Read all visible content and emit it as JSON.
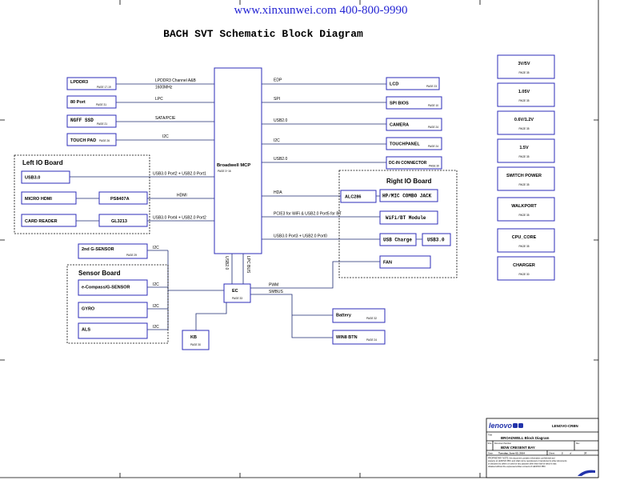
{
  "header": {
    "website": "www.xinxunwei.com 400-800-9990"
  },
  "title": "BACH SVT Schematic Block Diagram",
  "mcp": {
    "label": "Broadwell MCP",
    "page": "PAGE 3~16"
  },
  "memory": {
    "label": "LPDDR3",
    "page": "PAGE 17-19",
    "bus": "LPDDR3 Channel A&B",
    "speed": "1600MHz"
  },
  "port80": {
    "label": "80 Port",
    "page": "PAGE 31",
    "bus": "LPC"
  },
  "ssd": {
    "label": "NGFF SSD",
    "page": "PAGE 21",
    "bus": "SATA/PCIE"
  },
  "touchpad": {
    "label": "TOUCH PAD",
    "page": "PAGE 26",
    "bus": "I2C"
  },
  "left_io": {
    "title": "Left IO Board",
    "usb": {
      "label": "USB3.0",
      "bus": "USB3.0 Port2 + USB2.0 Port1"
    },
    "hdmi": {
      "label": "MICRO HDMI",
      "chip": "PS8407A",
      "bus": "HDMI"
    },
    "card": {
      "label": "CARD READER",
      "chip": "GL3213",
      "bus": "USB3.0 Port4 + USB2.0 Port2"
    }
  },
  "lcd": {
    "label": "LCD",
    "page": "PAGE 23",
    "bus": "EDP"
  },
  "spi_bios": {
    "label": "SPI BIOS",
    "page": "PAGE 10",
    "bus": "SPI"
  },
  "camera": {
    "label": "CAMERA",
    "page": "PAGE 24",
    "bus": "USB2.0"
  },
  "touchpanel": {
    "label": "TOUCHPANEL",
    "page": "PAGE 24",
    "bus": "I2C"
  },
  "dc_in": {
    "label": "DC-IN CONNECTOR",
    "page": "PAGE 30",
    "bus": "USB2.0"
  },
  "right_io": {
    "title": "Right IO Board",
    "codec": {
      "label": "ALC286",
      "bus": "HDA"
    },
    "jack": {
      "label": "HP/MIC COMBO JACK"
    },
    "wifi": {
      "label": "WiFi/BT Module",
      "bus": "PCIE3 for WiFi & USB2.0 Port5 for BT"
    },
    "usb_charge": {
      "label": "USB Charge",
      "port": "USB3.0",
      "bus": "USB3.0 Port3 + USB2.0 Port0"
    },
    "fan": {
      "label": "FAN"
    }
  },
  "mcp_to_ec": {
    "usb": "USB2.0",
    "lpc": "LPC BUS"
  },
  "ec": {
    "label": "EC",
    "page": "PAGE 33",
    "pwm": "PWM",
    "smbus": "SMBUS"
  },
  "gsensor2": {
    "label": "2nd G-SENSOR",
    "page": "PAGE 29",
    "bus": "I2C"
  },
  "sensor_board": {
    "title": "Sensor Board",
    "items": [
      {
        "label": "e-Compass/G-SENSOR",
        "bus": "I2C"
      },
      {
        "label": "GYRO",
        "bus": "I2C"
      },
      {
        "label": "ALS",
        "bus": "I2C"
      }
    ]
  },
  "kb": {
    "label": "KB",
    "page": "PAGE 30"
  },
  "battery": {
    "label": "Battery",
    "page": "PAGE 32"
  },
  "win8_btn": {
    "label": "WIN8 BTN",
    "page": "PAGE 24"
  },
  "power": [
    {
      "label": "3V/5V",
      "page": "PAGE 35"
    },
    {
      "label": "1.05V",
      "page": "PAGE 35"
    },
    {
      "label": "0.6V/1.2V",
      "page": "PAGE 35"
    },
    {
      "label": "1.5V",
      "page": "PAGE 35"
    },
    {
      "label": "SWITCH POWER",
      "page": "PAGE 35"
    },
    {
      "label": "WALKPORT",
      "page": "PAGE 35"
    },
    {
      "label": "CPU_CORE",
      "page": "PAGE 35"
    },
    {
      "label": "CHARGER",
      "page": "PAGE 30"
    }
  ],
  "title_block": {
    "logo": "lenovo",
    "company": "LENOVO-CRBN",
    "title_label": "Title",
    "title": "BROADWELL Block Diagram",
    "size_label": "Size",
    "doc_label": "Document Number",
    "doc": "BDW CRESENT BAY",
    "rev_label": "Rev",
    "date_label": "Date:",
    "date": "Tuesday, June 03, 2014",
    "sheet_label": "Sheet",
    "sheet": "2",
    "of_label": "of",
    "sheets": "37",
    "note": [
      "PROPRIETARY NOTE: this document contains information confidential and",
      "property to LENOVO PRC and shall not be reproduced or transferred to other documents",
      "or disclosed to others or used for any purpose other than that for which it was",
      "obtained without the expressed written consent of LENOVO PRC"
    ]
  },
  "colors": {
    "box": "#2d2db8",
    "wire": "#1f2b73",
    "header": "#2626d4",
    "logo": "#2233aa"
  }
}
